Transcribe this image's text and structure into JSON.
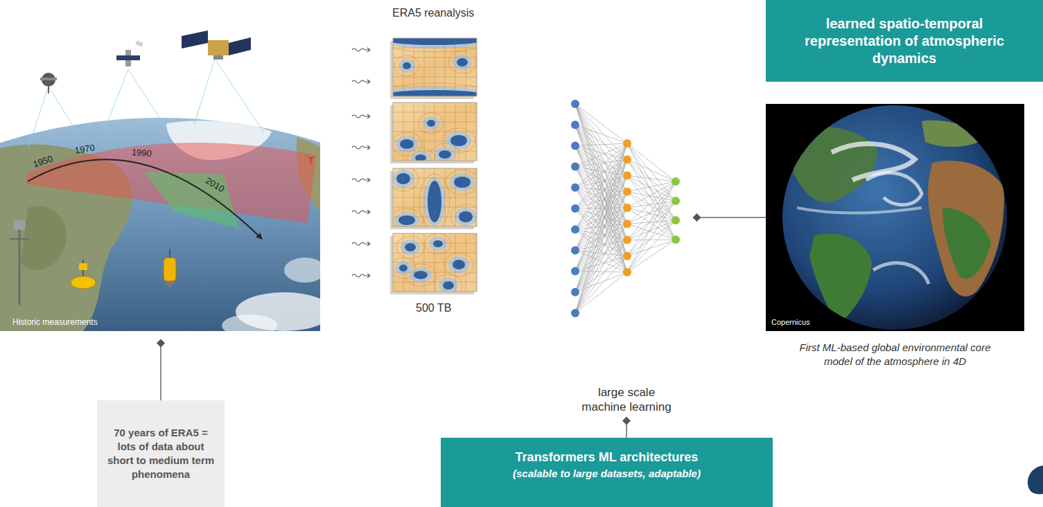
{
  "diagram": {
    "nodes": [
      {
        "text": [
          "Historic measurements"
        ]
      },
      {
        "text": [
          "70 years of ERA5 = lots of data about short to medium term phenomena"
        ]
      },
      {
        "text": [
          "large scale machine learning"
        ]
      },
      {
        "text": [
          "Transformers ML architectures",
          "(scalable to large datasets, adaptable)"
        ]
      },
      {
        "text": [
          "learned spatio-temporal representation of atmospheric dynamics"
        ]
      },
      {
        "text": [
          "Copernicus",
          "First ML-based global environmental core model of the atmosphere in 4D"
        ]
      }
    ],
    "edges": [
      {
        "from": 1,
        "to": 0,
        "arrow": "to"
      },
      {
        "from": 3,
        "to": 2,
        "arrow": "to"
      },
      {
        "from": 5,
        "to": 2,
        "arrow": "to"
      }
    ],
    "labels": [
      "1950",
      "1970",
      "1990",
      "2010",
      "T",
      "ERA5 reanalysis",
      "500 TB"
    ]
  }
}
